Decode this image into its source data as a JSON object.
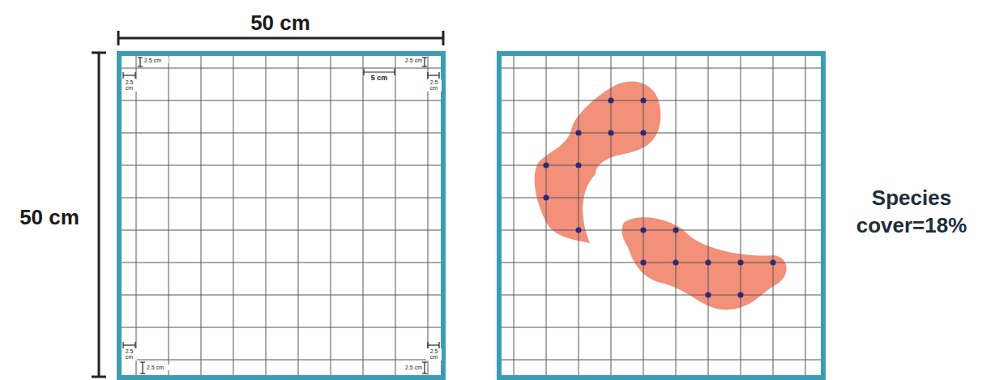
{
  "diagram": {
    "labels": [
      "50 cm",
      "50 cm",
      "2.5 cm",
      "2.5 cm",
      "2.5 cm",
      "2.5 cm",
      "5 cm",
      "2.5 cm",
      "2.5 cm",
      "2.5 cm",
      "2.5 cm",
      "Species cover=18%"
    ]
  }
}
